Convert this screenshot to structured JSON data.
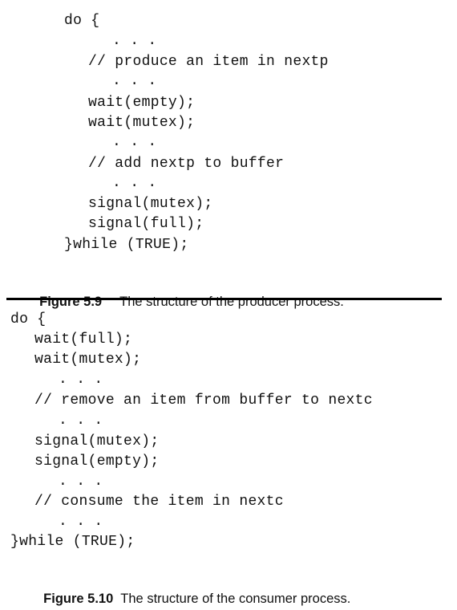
{
  "producer": {
    "lines": [
      "do {",
      ". . .",
      "// produce an item in nextp",
      ". . .",
      "wait(empty);",
      "wait(mutex);",
      ". . .",
      "// add nextp to buffer",
      ". . .",
      "signal(mutex);",
      "signal(full);",
      "}while (TRUE);"
    ],
    "caption_label": "Figure 5.9",
    "caption_text": "The structure of the producer process."
  },
  "consumer": {
    "lines": [
      "do {",
      "wait(full);",
      "wait(mutex);",
      ". . .",
      "// remove an item from buffer to nextc",
      ". . .",
      "signal(mutex);",
      "signal(empty);",
      ". . .",
      "// consume the item in nextc",
      ". . .",
      "}while (TRUE);"
    ],
    "caption_label": "Figure 5.10",
    "caption_text": "The structure of the consumer process."
  }
}
